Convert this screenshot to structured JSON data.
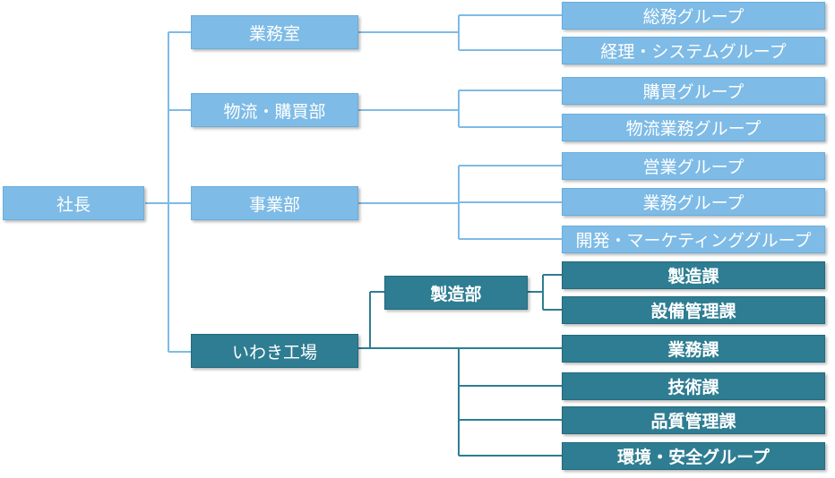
{
  "org": {
    "president": "社長",
    "gyomushitsu": "業務室",
    "butsuryu": "物流・購買部",
    "jigyobu": "事業部",
    "iwaki": "いわき工場",
    "seizobu": "製造部",
    "groups": {
      "somu": "総務グループ",
      "keiri": "経理・システムグループ",
      "kobai": "購買グループ",
      "butsuryu_gyomu": "物流業務グループ",
      "eigyo": "営業グループ",
      "gyomu": "業務グループ",
      "kaihatsu": "開発・マーケティンググループ",
      "seizoka": "製造課",
      "setsubi": "設備管理課",
      "gyomuka": "業務課",
      "gijutsu": "技術課",
      "hinshitsu": "品質管理課",
      "kankyo": "環境・安全グループ"
    }
  },
  "colors": {
    "light": "#7ebbe6",
    "dark": "#2e7d92"
  }
}
